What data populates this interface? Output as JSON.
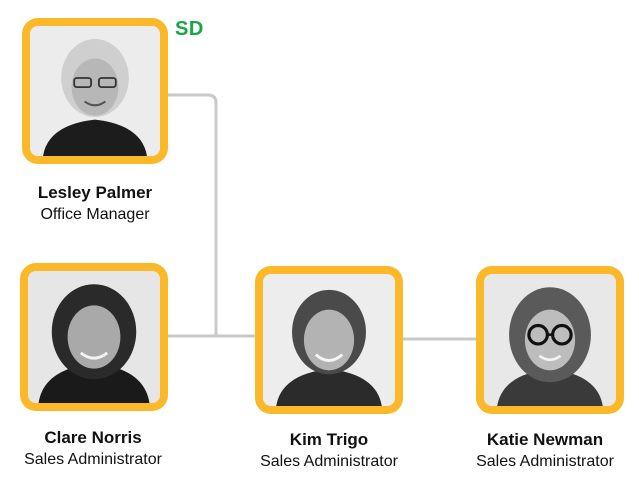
{
  "badge": {
    "text": "SD",
    "color": "#19a64a"
  },
  "frame_color": "#fbb829",
  "connector_color": "#c8c8c8",
  "people": [
    {
      "name": "Lesley Palmer",
      "title": "Office Manager",
      "avatar": "woman-short-blonde-hair-glasses-photo"
    },
    {
      "name": "Clare Norris",
      "title": "Sales Administrator",
      "avatar": "woman-dark-hair-photo"
    },
    {
      "name": "Kim Trigo",
      "title": "Sales Administrator",
      "avatar": "woman-brown-hair-photo"
    },
    {
      "name": "Katie Newman",
      "title": "Sales Administrator",
      "avatar": "woman-long-hair-glasses-photo"
    }
  ]
}
